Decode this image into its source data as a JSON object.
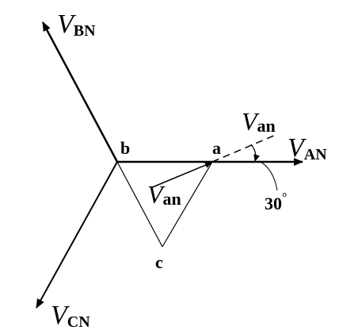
{
  "phasors": {
    "v_an_line": {
      "symbol": "V",
      "subscript": "AN"
    },
    "v_bn_line": {
      "symbol": "V",
      "subscript": "BN"
    },
    "v_cn_line": {
      "symbol": "V",
      "subscript": "CN"
    },
    "v_an_phase_outer": {
      "symbol": "V",
      "subscript": "an"
    },
    "v_an_phase_inner": {
      "symbol": "V",
      "subscript": "an"
    }
  },
  "nodes": {
    "a": "a",
    "b": "b",
    "c": "c"
  },
  "angle": {
    "value": "30",
    "unit": "°"
  },
  "colors": {
    "ink": "#000000",
    "background": "#ffffff"
  }
}
